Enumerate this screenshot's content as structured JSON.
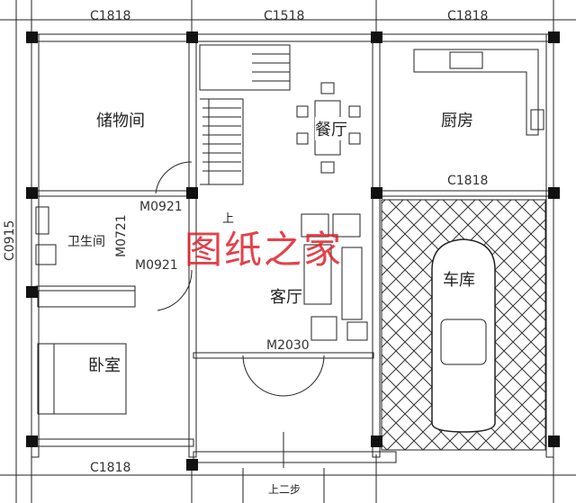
{
  "windows": {
    "top_left": "C1818",
    "top_mid": "C1518",
    "top_right": "C1818",
    "kitchen_bottom": "C1818",
    "left_bath": "C0915",
    "bottom_left": "C1818"
  },
  "doors": {
    "storage": "M0921",
    "bath_side": "M0721",
    "bedroom": "M0921",
    "entrance": "M2030"
  },
  "rooms": {
    "storage": "储物间",
    "dining": "餐厅",
    "kitchen": "厨房",
    "bathroom": "卫生间",
    "living": "客厅",
    "garage": "车库",
    "bedroom": "卧室"
  },
  "annotations": {
    "stair_up": "上",
    "entrance_step": "上二步"
  },
  "watermark": "图纸之家",
  "colors": {
    "line": "#222222",
    "watermark": "#e0202a"
  }
}
